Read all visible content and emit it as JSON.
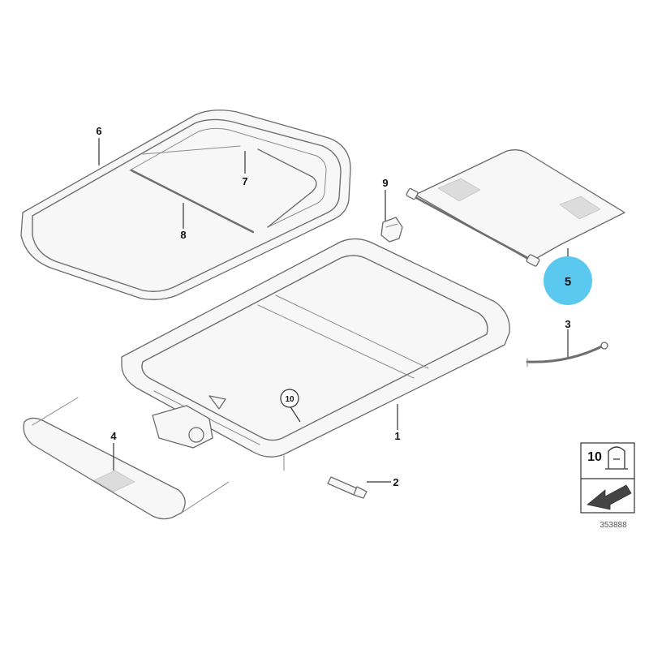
{
  "callouts": {
    "p1": "1",
    "p2": "2",
    "p3": "3",
    "p4": "4",
    "p5": "5",
    "p6": "6",
    "p7": "7",
    "p8": "8",
    "p9": "9",
    "p10": "10"
  },
  "legend": {
    "number": "10",
    "reference": "353888"
  },
  "colors": {
    "highlight": "#5bc8f0",
    "line": "#6e6e6e"
  }
}
